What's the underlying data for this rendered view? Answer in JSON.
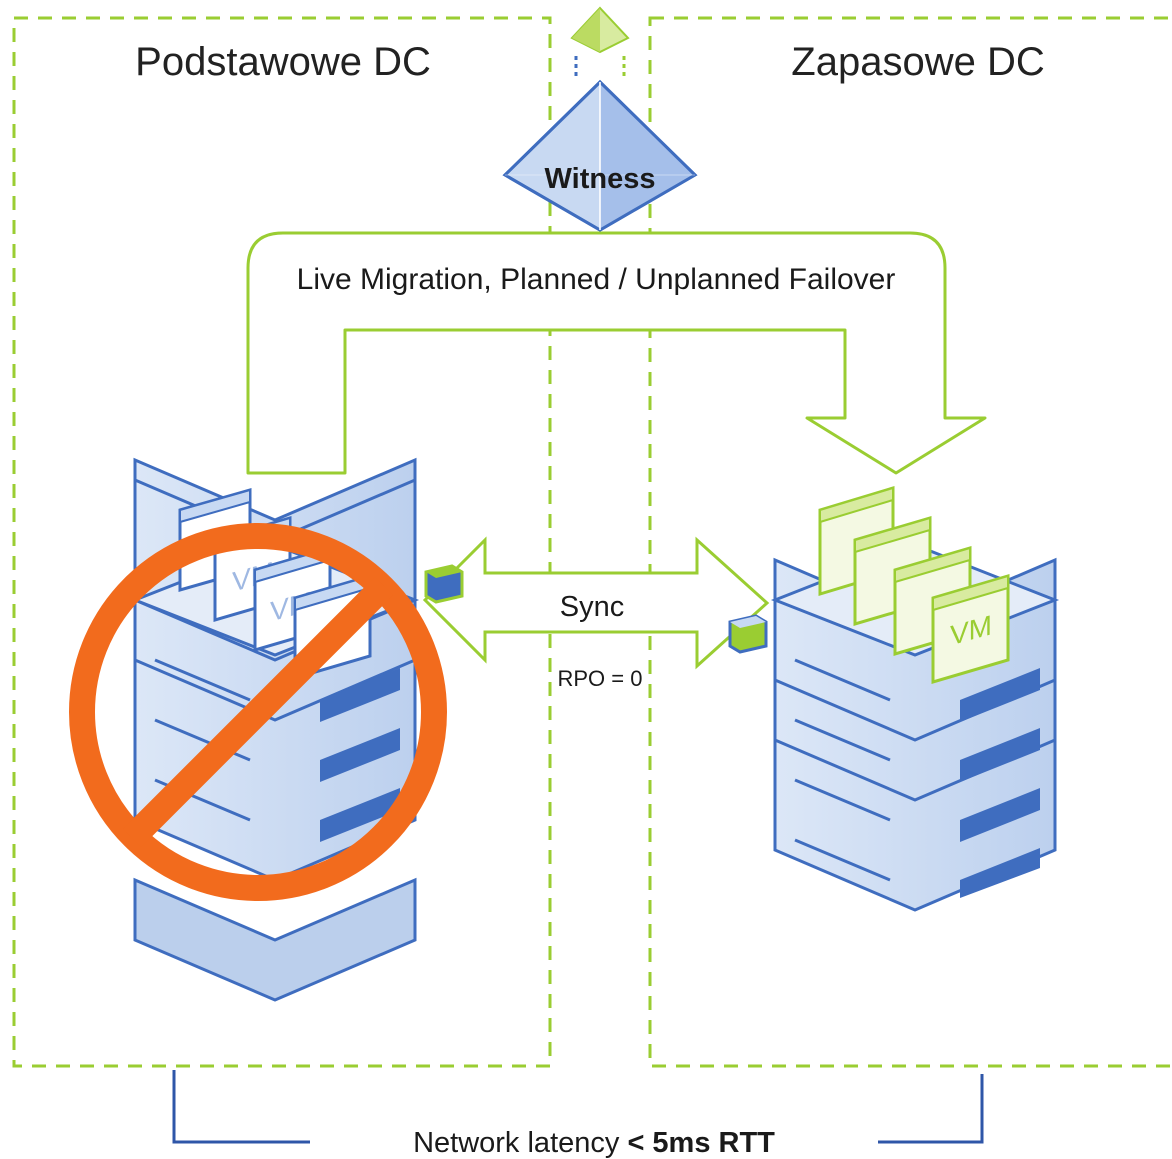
{
  "regions": {
    "primary": {
      "label": "Podstawowe DC"
    },
    "secondary": {
      "label": "Zapasowe DC"
    }
  },
  "witness": {
    "label": "Witness"
  },
  "migration": {
    "label": "Live Migration, Planned / Unplanned Failover"
  },
  "sync": {
    "label": "Sync",
    "rpo": "RPO = 0"
  },
  "vm_label": "VM",
  "latency": {
    "prefix": "Network latency ",
    "value": "< 5ms RTT"
  },
  "colors": {
    "accent_green": "#9ACD32",
    "accent_green_light": "#E9F4C8",
    "server_blue": "#3F6DBF",
    "server_fill": "#C7D9F3",
    "server_light": "#DDE8F7",
    "prohibit_orange": "#F26B1D",
    "witness_fill": "#B9CDEE",
    "bracket_blue": "#2F56A8"
  },
  "icons": [
    "prohibited-icon",
    "server-rack-icon",
    "vm-window-icon",
    "witness-pyramid-icon",
    "storage-cube-icon"
  ]
}
